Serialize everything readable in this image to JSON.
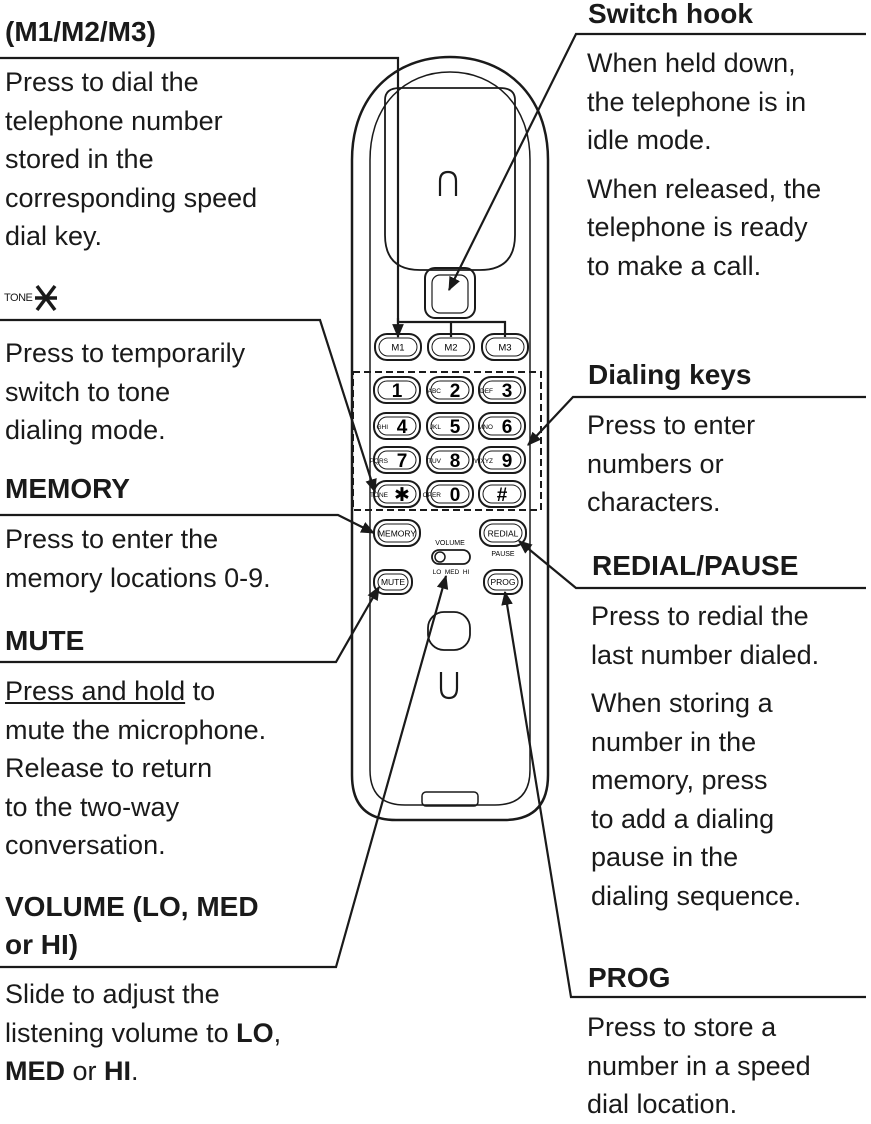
{
  "speed_dial": {
    "heading": "(M1/M2/M3)",
    "lines": [
      "Press to dial the",
      "telephone number",
      "stored in the",
      "corresponding speed",
      "dial key."
    ]
  },
  "tone": {
    "label": "TONE",
    "lines": [
      "Press to temporarily",
      "switch to tone",
      "dialing mode."
    ]
  },
  "memory": {
    "heading": "MEMORY",
    "lines": [
      "Press to enter the",
      "memory locations 0-9."
    ]
  },
  "mute": {
    "heading": "MUTE",
    "underlined": "Press and hold",
    "line1_rest": " to",
    "lines": [
      "mute the microphone.",
      "Release to return",
      "to the two-way",
      "conversation."
    ]
  },
  "volume": {
    "heading_lines": [
      "VOLUME (LO, MED",
      "or HI)"
    ],
    "line1": "Slide to adjust the",
    "line2_pre": "listening volume to ",
    "lo": "LO",
    "comma": ",",
    "med": "MED",
    "or": " or ",
    "hi": "HI",
    "period": "."
  },
  "switch_hook": {
    "heading": "Switch hook",
    "para1": [
      "When held down,",
      "the telephone is in",
      "idle mode."
    ],
    "para2": [
      "When released, the",
      "telephone is ready",
      "to make a call."
    ]
  },
  "dialing_keys": {
    "heading": "Dialing keys",
    "lines": [
      "Press to enter",
      "numbers or",
      "characters."
    ]
  },
  "redial_pause": {
    "heading": "REDIAL/PAUSE",
    "para1": [
      "Press to redial the",
      "last number dialed."
    ],
    "para2": [
      "When storing a",
      "number in the",
      "memory, press",
      "to add a dialing",
      "pause in the",
      "dialing sequence."
    ]
  },
  "prog": {
    "heading": "PROG",
    "lines": [
      "Press to store a",
      "number in a speed",
      "dial location."
    ]
  },
  "phone": {
    "speed_keys": [
      "M1",
      "M2",
      "M3"
    ],
    "keypad": [
      {
        "letters": "",
        "digit": "1"
      },
      {
        "letters": "ABC",
        "digit": "2"
      },
      {
        "letters": "DEF",
        "digit": "3"
      },
      {
        "letters": "GHI",
        "digit": "4"
      },
      {
        "letters": "JKL",
        "digit": "5"
      },
      {
        "letters": "MNO",
        "digit": "6"
      },
      {
        "letters": "PQRS",
        "digit": "7"
      },
      {
        "letters": "TUV",
        "digit": "8"
      },
      {
        "letters": "WXYZ",
        "digit": "9"
      },
      {
        "letters": "TONE",
        "digit": "✱"
      },
      {
        "letters": "OPER",
        "digit": "0"
      },
      {
        "letters": "",
        "digit": "#"
      }
    ],
    "memory_key": "MEMORY",
    "redial_key": "REDIAL",
    "pause_label": "PAUSE",
    "mute_key": "MUTE",
    "prog_key": "PROG",
    "volume_label": "VOLUME",
    "volume_levels": "LO  MED  HI"
  }
}
